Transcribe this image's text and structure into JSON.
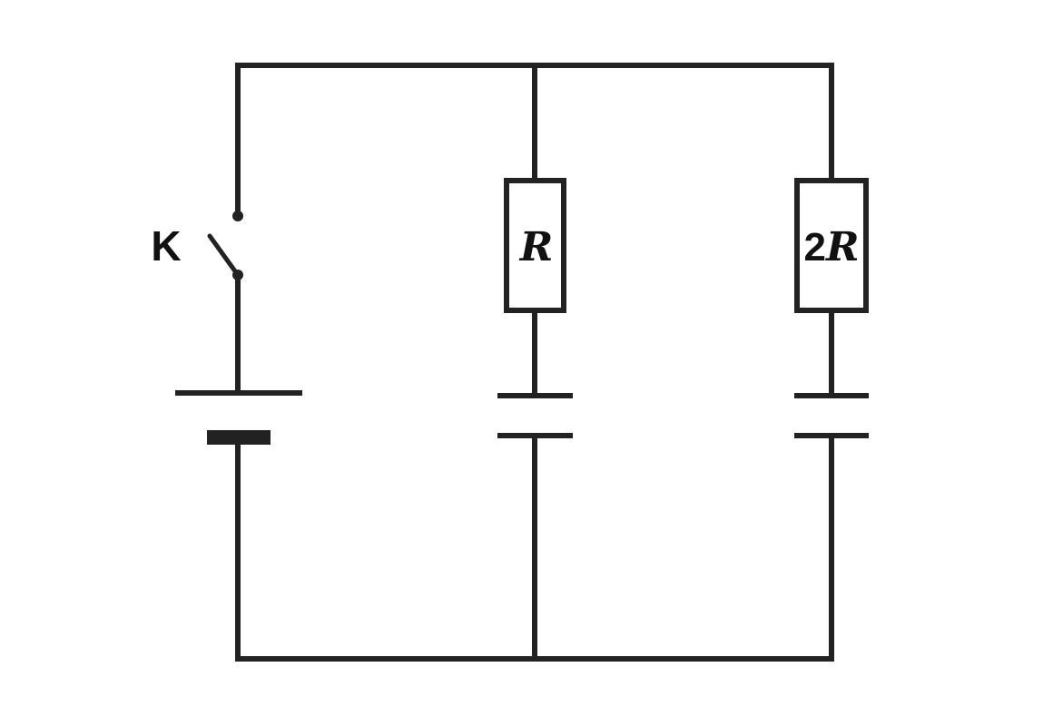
{
  "labels": {
    "switch": "K",
    "resistor_1": "R",
    "resistor_2_coefficient": "2",
    "resistor_2_symbol": "R"
  },
  "colors": {
    "line": "#222222",
    "background": "#ffffff",
    "text": "#111111"
  }
}
